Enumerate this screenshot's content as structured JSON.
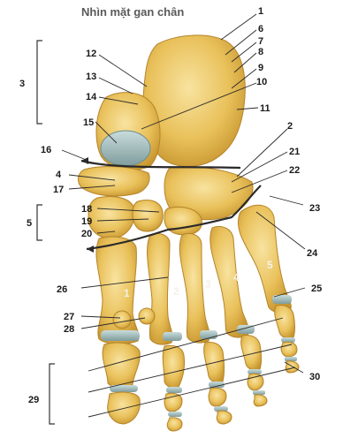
{
  "title": "Nhìn mặt gan chân",
  "labels": {
    "n1": "1",
    "n2": "2",
    "n3": "3",
    "n4": "4",
    "n5": "5",
    "n6": "6",
    "n7": "7",
    "n8": "8",
    "n9": "9",
    "n10": "10",
    "n11": "11",
    "n12": "12",
    "n13": "13",
    "n14": "14",
    "n15": "15",
    "n16": "16",
    "n17": "17",
    "n18": "18",
    "n19": "19",
    "n20": "20",
    "n21": "21",
    "n22": "22",
    "n23": "23",
    "n24": "24",
    "n25": "25",
    "n26": "26",
    "n27": "27",
    "n28": "28",
    "n29": "29",
    "n30": "30"
  },
  "metatarsal_numbers": [
    "1",
    "2",
    "3",
    "4",
    "5"
  ],
  "colors": {
    "bone": "#e9c15b",
    "bone_light": "#f6dc8f",
    "bone_shadow": "#c99a34",
    "cartilage": "#9fb8b8",
    "line": "#333333"
  }
}
